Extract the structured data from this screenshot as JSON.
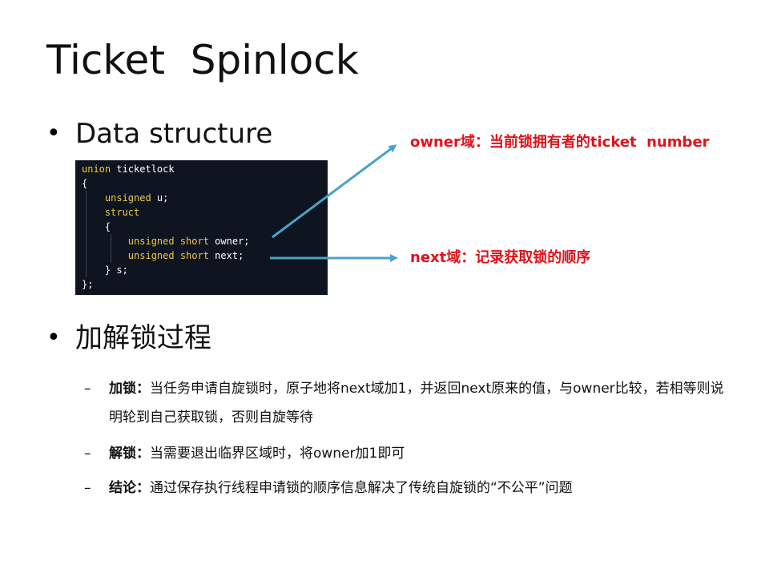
{
  "title": "Ticket  Spinlock",
  "bullets": [
    {
      "marker": "•",
      "text": "Data structure"
    },
    {
      "marker": "•",
      "text": "加解锁过程"
    }
  ],
  "code": {
    "l1_kw": "union",
    "l1_rest": " ticketlock",
    "l2": "{",
    "l3_kw": "unsigned",
    "l3_rest": " u;",
    "l4_kw": "struct",
    "l5": "{",
    "l6_kw": "unsigned short",
    "l6_rest": " owner;",
    "l7_kw": "unsigned short",
    "l7_rest": " next;",
    "l8": "} s;",
    "l9": "};"
  },
  "annotations": {
    "owner": "owner域：当前锁拥有者的ticket  number",
    "next": "next域：记录获取锁的顺序"
  },
  "colors": {
    "annotation": "#e0121b",
    "arrow": "#4aa3c8",
    "code_bg": "#0e1420",
    "code_keyword": "#f0c94a"
  },
  "subpoints": [
    {
      "dash": "–",
      "label": "加锁：",
      "text": "当任务申请自旋锁时，原子地将next域加1，并返回next原来的值，与owner比较，若相等则说明轮到自己获取锁，否则自旋等待"
    },
    {
      "dash": "–",
      "label": "解锁：",
      "text": "当需要退出临界区域时，将owner加1即可"
    },
    {
      "dash": "–",
      "label": "结论：",
      "text": "通过保存执行线程申请锁的顺序信息解决了传统自旋锁的“不公平”问题"
    }
  ]
}
